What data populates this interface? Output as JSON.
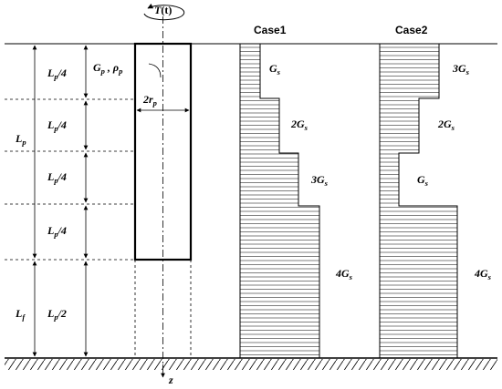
{
  "load_label": {
    "base": "T",
    "arg": "(t)"
  },
  "pile": {
    "props": [
      {
        "base": "G",
        "sub": "p"
      },
      {
        "base": "ρ",
        "sub": "p"
      }
    ],
    "radius": {
      "base": "2r",
      "sub": "p"
    }
  },
  "dims": {
    "total_length": {
      "base": "L",
      "sub": "p"
    },
    "free_length": {
      "base": "L",
      "sub": "f"
    },
    "segments": [
      {
        "base": "L",
        "sub": "p",
        "tail": "/4"
      },
      {
        "base": "L",
        "sub": "p",
        "tail": "/4"
      },
      {
        "base": "L",
        "sub": "p",
        "tail": "/4"
      },
      {
        "base": "L",
        "sub": "p",
        "tail": "/4"
      },
      {
        "base": "L",
        "sub": "p",
        "tail": "/2"
      }
    ]
  },
  "axis_label": "z",
  "cases": [
    {
      "title": "Case1",
      "layers": [
        "G",
        "2G",
        "3G",
        "4G"
      ],
      "layer_sub": "s"
    },
    {
      "title": "Case2",
      "layers": [
        "3G",
        "2G",
        "G",
        "4G"
      ],
      "layer_sub": "s"
    }
  ]
}
